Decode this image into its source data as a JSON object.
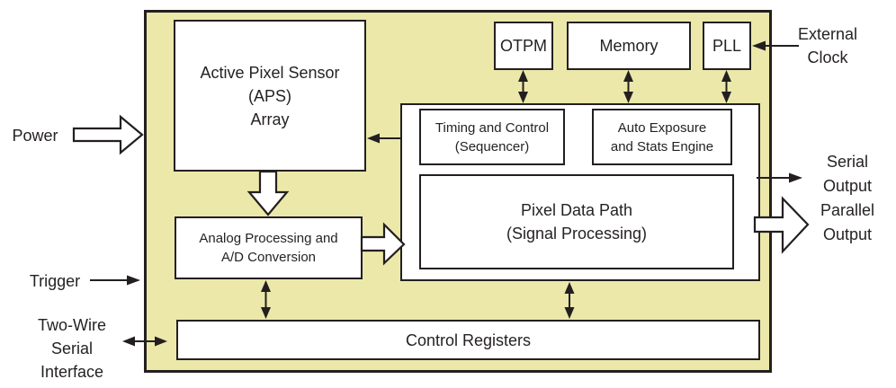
{
  "diagram_type": "sensor-block-diagram",
  "colors": {
    "page_bg": "#ffffff",
    "chip_bg": "#ebe8aa",
    "box_bg": "#ffffff",
    "line": "#231f20",
    "text": "#262223"
  },
  "nodes": {
    "aps": {
      "label": "Active Pixel Sensor\n(APS)\nArray"
    },
    "otpm": {
      "label": "OTPM"
    },
    "memory": {
      "label": "Memory"
    },
    "pll": {
      "label": "PLL"
    },
    "timing": {
      "label": "Timing and Control\n(Sequencer)"
    },
    "auto_exposure": {
      "label": "Auto Exposure\nand Stats Engine"
    },
    "pixel_data_path": {
      "label": "Pixel Data Path\n(Signal Processing)"
    },
    "analog": {
      "label": "Analog Processing and\nA/D Conversion"
    },
    "control_registers": {
      "label": "Control Registers"
    }
  },
  "external_labels": {
    "power": "Power",
    "trigger": "Trigger",
    "two_wire": "Two-Wire\nSerial\nInterface",
    "external_clock": "External\nClock",
    "serial_output": "Serial\nOutput",
    "parallel_output": "Parallel\nOutput"
  },
  "arrows": {
    "power_in": "hollow right arrow into chip",
    "aps_to_analog": "hollow down arrow",
    "analog_to_pixel": "hollow right arrow",
    "parallel_out": "hollow right arrow out of chip",
    "serial_out": "thin right arrow out of chip",
    "external_clock_to_pll": "thin left arrow",
    "trigger_in": "thin right arrow",
    "two_wire_bus": "thin double arrow",
    "otpm_bus": "thin vertical double arrow",
    "memory_bus": "thin vertical double arrow",
    "pll_bus": "thin vertical double arrow",
    "sequencer_to_aps": "thin left arrow",
    "analog_ctrl_bus": "thin vertical double arrow",
    "subsys_ctrl_bus": "thin vertical double arrow"
  }
}
